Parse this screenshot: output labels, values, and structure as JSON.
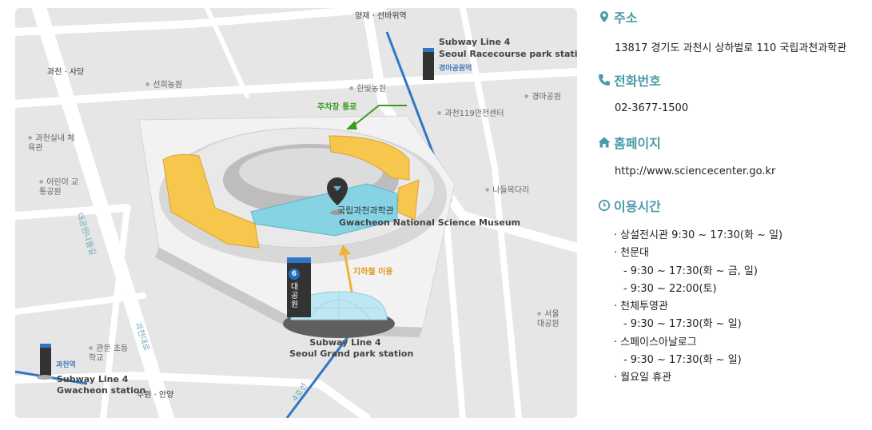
{
  "map": {
    "museum": {
      "name_ko": "국립과천과학관",
      "name_en": "Gwacheon National Science Museum"
    },
    "parking_label": "주차장 통로",
    "subway_exit_label": "지하철 이용",
    "stations": [
      {
        "line": "Subway Line 4",
        "name": "Seoul Racecourse park station",
        "ko": "경마공원역"
      },
      {
        "line": "Subway Line 4",
        "name": "Seoul Grand park station",
        "ko": "대공원",
        "number": "6"
      },
      {
        "line": "Subway Line 4",
        "name": "Gwacheon station",
        "ko": "과천역"
      }
    ],
    "places": [
      "양재 · 선바위역",
      "과천 · 사당",
      "선희농원",
      "한빛농원",
      "경마공원",
      "과천119안전센터",
      "과천실내 체육관",
      "어린이 교통공원",
      "나들목다리",
      "서울 대공원",
      "관문 초등학교",
      "수원 · 안양"
    ],
    "roads": [
      "대공원나들길",
      "과천대로",
      "4호선"
    ]
  },
  "info": {
    "address_title": "주소",
    "address": "13817 경기도 과천시 상하벌로 110 국립과천과학관",
    "phone_title": "전화번호",
    "phone": "02-3677-1500",
    "homepage_title": "홈페이지",
    "homepage": "http://www.sciencecenter.go.kr",
    "hours_title": "이용시간",
    "hours": [
      "상설전시관 9:30 ~ 17:30(화 ~ 일)",
      "천문대",
      "9:30 ~ 17:30(화 ~ 금, 일)",
      "9:30 ~ 22:00(토)",
      "천체투영관",
      "9:30 ~ 17:30(화 ~ 일)",
      "스페이스아날로그",
      "9:30 ~ 17:30(화 ~ 일)",
      "월요일 휴관"
    ]
  },
  "colors": {
    "accent": "#4a9aa8",
    "subway": "#3f7cbf",
    "parking": "#3b9b1e",
    "walk": "#e19a1a"
  }
}
